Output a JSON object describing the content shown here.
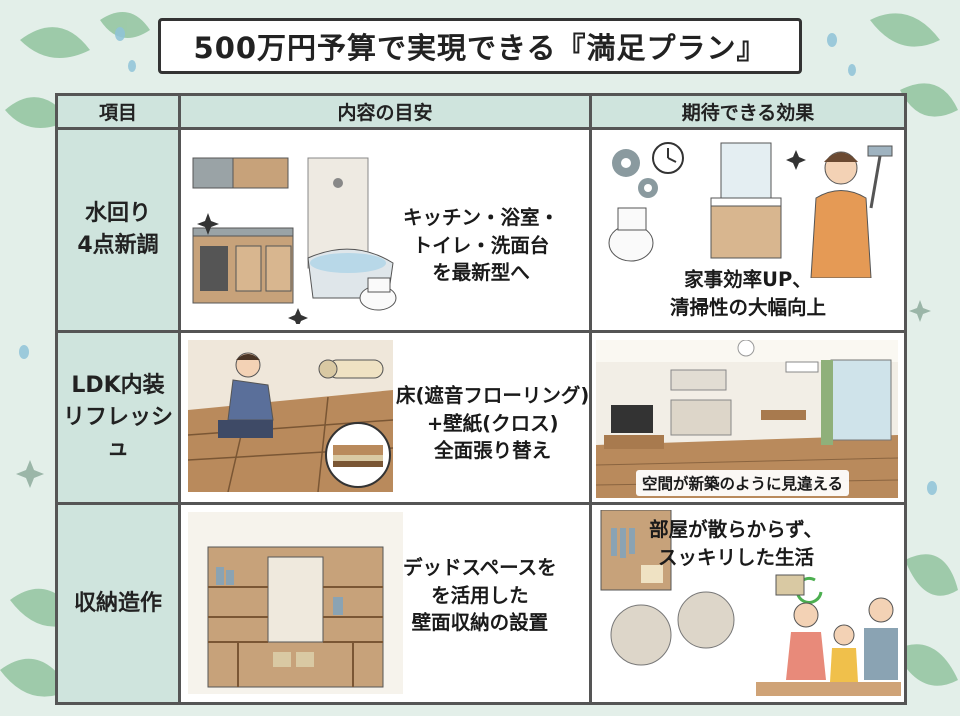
{
  "title": "500万円予算で実現できる『満足プラン』",
  "headers": {
    "item": "項目",
    "content": "内容の目安",
    "effect": "期待できる効果"
  },
  "rows": [
    {
      "label_lines": [
        "水回り",
        "4点新調"
      ],
      "content_lines": [
        "キッチン・浴室・",
        "トイレ・洗面台",
        "を最新型へ"
      ],
      "effect_lines": [
        "家事効率UP、",
        "清掃性の大幅向上"
      ]
    },
    {
      "label_lines": [
        "LDK内装",
        "リフレッシュ"
      ],
      "content_lines": [
        "床(遮音フローリング)",
        "+壁紙(クロス)",
        "全面張り替え"
      ],
      "effect_caption": "空間が新築のように見違える"
    },
    {
      "label_lines": [
        "収納造作"
      ],
      "content_lines": [
        "デッドスペースを",
        "を活用した",
        "壁面収納の設置"
      ],
      "effect_lines": [
        "部屋が散らからず、",
        "スッキリした生活"
      ]
    }
  ],
  "colors": {
    "header_bg": "#cfe4dd",
    "background": "#e3efe9",
    "border": "#555555",
    "wood": "#b98a5c",
    "leaf": "#7fb68a"
  }
}
